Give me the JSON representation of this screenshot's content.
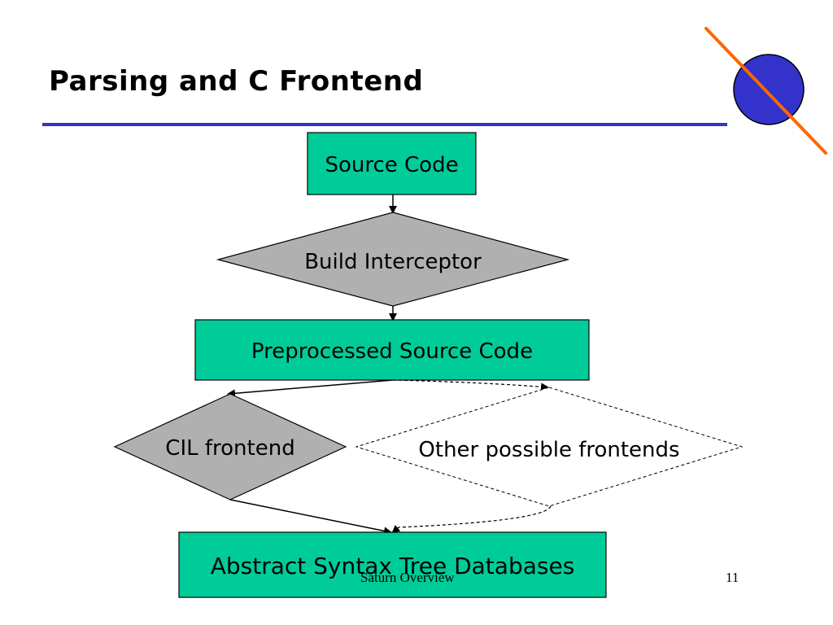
{
  "slide": {
    "title": "Parsing and C Frontend",
    "footer": "Saturn Overview",
    "page_number": "11"
  },
  "colors": {
    "box_fill": "#00cc99",
    "diamond_fill": "#b0b0b0",
    "title_rule": "#3333cc",
    "planet_fill": "#3333cc",
    "ring_stroke": "#ff6600"
  },
  "logo": {
    "icon": "saturn-planet-icon"
  },
  "diagram": {
    "source_code": "Source Code",
    "build_interceptor": "Build Interceptor",
    "preprocessed": "Preprocessed Source Code",
    "cil_frontend": "CIL frontend",
    "other_frontends": "Other possible frontends",
    "ast_db": "Abstract Syntax Tree Databases"
  }
}
